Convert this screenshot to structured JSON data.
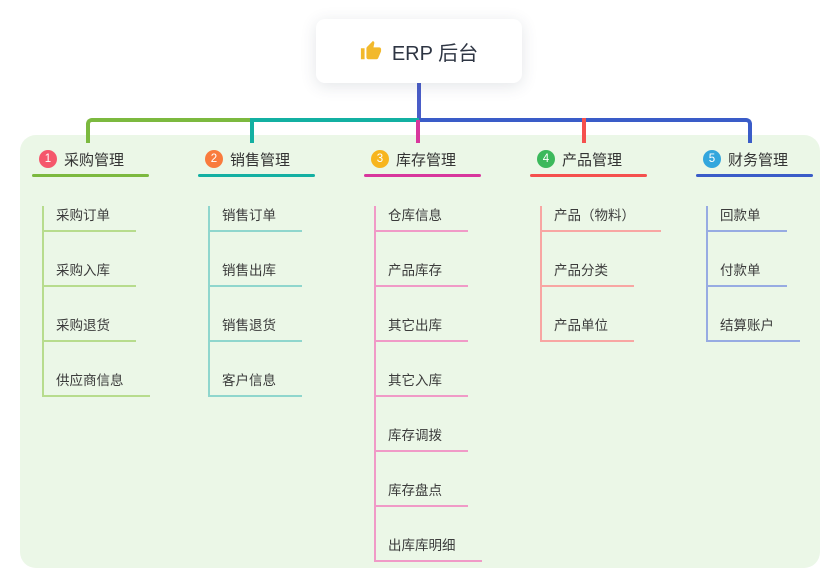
{
  "root": {
    "label": "ERP 后台",
    "icon": "thumbs-up",
    "icon_color": "#f2b92c"
  },
  "panel": {
    "background": "#ebf7e7"
  },
  "connector": {
    "root_line_color": "#4a5dc8"
  },
  "branches": [
    {
      "number": "1",
      "title": "采购管理",
      "badge_color": "#f5576c",
      "line_color": "#7cb93f",
      "light_color": "#b7dc8d",
      "children": [
        "采购订单",
        "采购入库",
        "采购退货",
        "供应商信息"
      ]
    },
    {
      "number": "2",
      "title": "销售管理",
      "badge_color": "#f97b3d",
      "line_color": "#13b0a2",
      "light_color": "#8fd6cd",
      "children": [
        "销售订单",
        "销售出库",
        "销售退货",
        "客户信息"
      ]
    },
    {
      "number": "3",
      "title": "库存管理",
      "badge_color": "#f7b51e",
      "line_color": "#d8379d",
      "light_color": "#f09ac7",
      "children": [
        "仓库信息",
        "产品库存",
        "其它出库",
        "其它入库",
        "库存调拨",
        "库存盘点",
        "出库库明细"
      ]
    },
    {
      "number": "4",
      "title": "产品管理",
      "badge_color": "#3cb95c",
      "line_color": "#f5504e",
      "light_color": "#f8a6a3",
      "children": [
        "产品（物料）",
        "产品分类",
        "产品单位"
      ]
    },
    {
      "number": "5",
      "title": "财务管理",
      "badge_color": "#32a6dd",
      "line_color": "#3a5cc8",
      "light_color": "#97abe2",
      "children": [
        "回款单",
        "付款单",
        "结算账户"
      ]
    }
  ]
}
